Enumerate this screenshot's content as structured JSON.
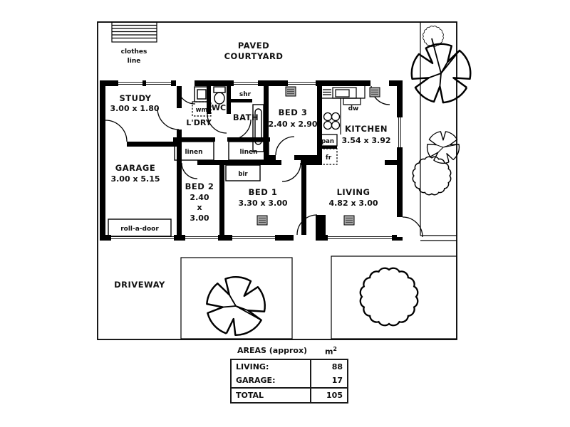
{
  "site": {
    "clothes_line": {
      "line1": "clothes",
      "line2": "line"
    },
    "courtyard": {
      "line1": "PAVED",
      "line2": "COURTYARD"
    },
    "driveway": "DRIVEWAY"
  },
  "rooms": {
    "study": {
      "name": "STUDY",
      "dims": "3.00 x 1.80"
    },
    "garage": {
      "name": "GARAGE",
      "dims": "3.00 x 5.15"
    },
    "ldry": {
      "name": "L'DRY"
    },
    "wc": {
      "name": "WC"
    },
    "bath": {
      "name": "BATH"
    },
    "shr": {
      "name": "shr"
    },
    "bed3": {
      "name": "BED 3",
      "dims": "2.40 x 2.90"
    },
    "kitchen": {
      "name": "KITCHEN",
      "dims": "3.54 x 3.92"
    },
    "bed2": {
      "name": "BED 2",
      "dim_w": "2.40",
      "dim_x": "x",
      "dim_h": "3.00"
    },
    "bed1": {
      "name": "BED 1",
      "dims": "3.30 x 3.00"
    },
    "living": {
      "name": "LIVING",
      "dims": "4.82 x 3.00"
    }
  },
  "fixtures": {
    "wm": "wm",
    "linen_left": "linen",
    "linen_right": "linen",
    "bir": "bir",
    "dw": "dw",
    "pan": "pan",
    "fr": "fr",
    "roll_a_door": "roll-a-door"
  },
  "areas_table": {
    "title": "AREAS (approx)",
    "unit": "m",
    "unit_exp": "2",
    "rows": [
      {
        "label": "LIVING:",
        "value": "88"
      },
      {
        "label": "GARAGE:",
        "value": "17"
      }
    ],
    "total_label": "TOTAL",
    "total_value": "105"
  }
}
